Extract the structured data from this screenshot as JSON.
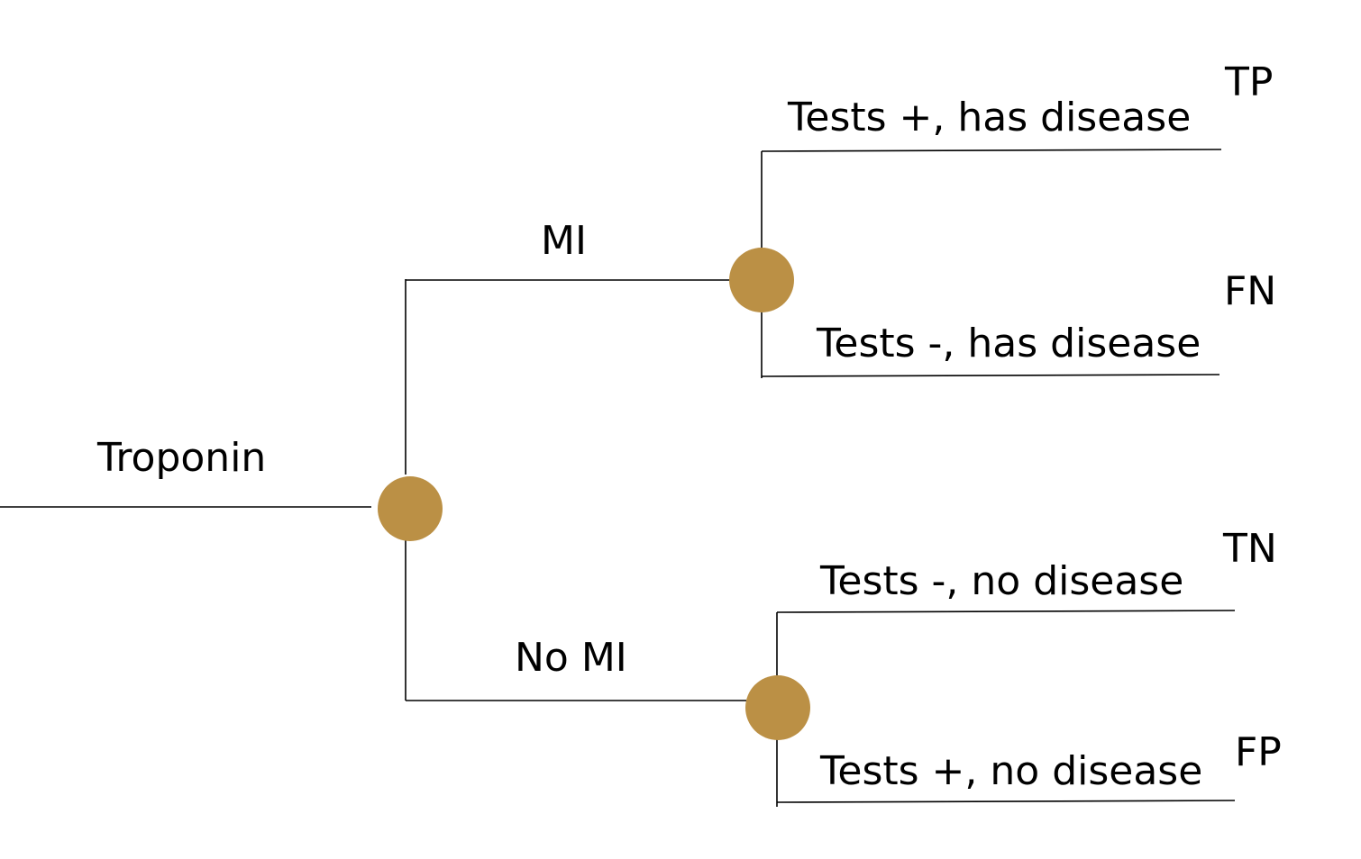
{
  "colors": {
    "chance_node": "#BB9045",
    "line": "#000000",
    "background": "#FFFFFF"
  },
  "nodes": {
    "root": {
      "label": "Troponin"
    },
    "mi": {
      "label": "MI"
    },
    "no_mi": {
      "label": "No MI"
    }
  },
  "branches": {
    "tp": {
      "label": "Tests +, has disease",
      "outcome": "TP"
    },
    "fn": {
      "label": "Tests -, has disease",
      "outcome": "FN"
    },
    "tn": {
      "label": "Tests -, no disease",
      "outcome": "TN"
    },
    "fp": {
      "label": "Tests +, no disease",
      "outcome": "FP"
    }
  }
}
